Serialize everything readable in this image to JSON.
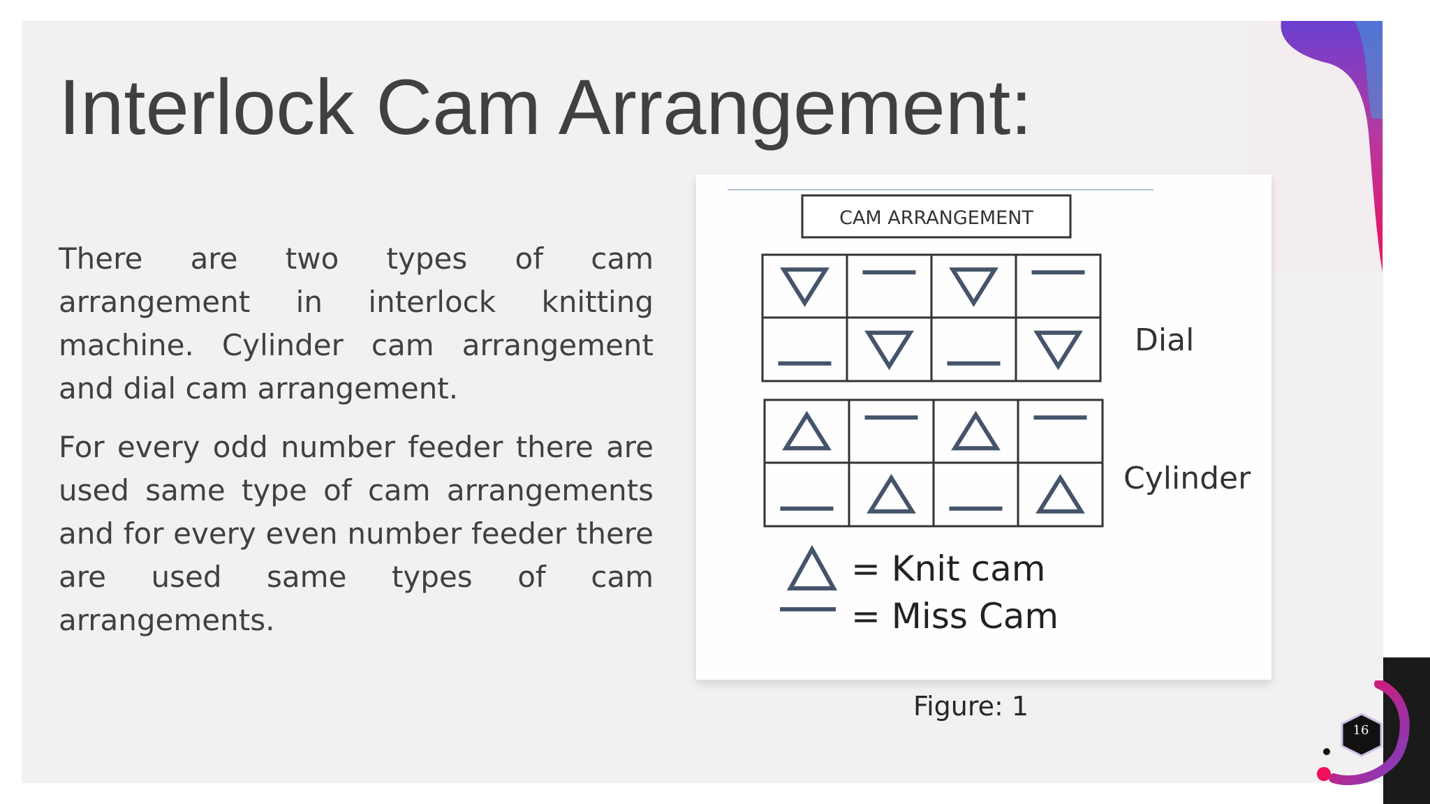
{
  "slide": {
    "title": "Interlock Cam Arrangement:",
    "paragraphs": [
      "There are two types of cam arrangement in interlock knitting machine. Cylinder cam arrangement and dial cam arrangement.",
      "For every odd number feeder there are used same type of cam arrangements and for every even number feeder there are used same types of cam arrangements."
    ],
    "page_number": "16"
  },
  "figure": {
    "header": "CAM ARRANGEMENT",
    "dial_label": "Dial",
    "cylinder_label": "Cylinder",
    "dial_grid": [
      [
        "knit",
        "miss",
        "knit",
        "miss"
      ],
      [
        "miss",
        "knit",
        "miss",
        "knit"
      ]
    ],
    "cylinder_grid": [
      [
        "knit",
        "miss",
        "knit",
        "miss"
      ],
      [
        "miss",
        "knit",
        "miss",
        "knit"
      ]
    ],
    "legend": {
      "knit": "= Knit cam",
      "miss": "= Miss Cam"
    },
    "caption": "Figure: 1",
    "cam_color": "#44546a"
  },
  "colors": {
    "background": "#f1f1f1",
    "text": "#404040",
    "accent_pink": "#e6155f",
    "accent_purple": "#7a3fc4"
  }
}
